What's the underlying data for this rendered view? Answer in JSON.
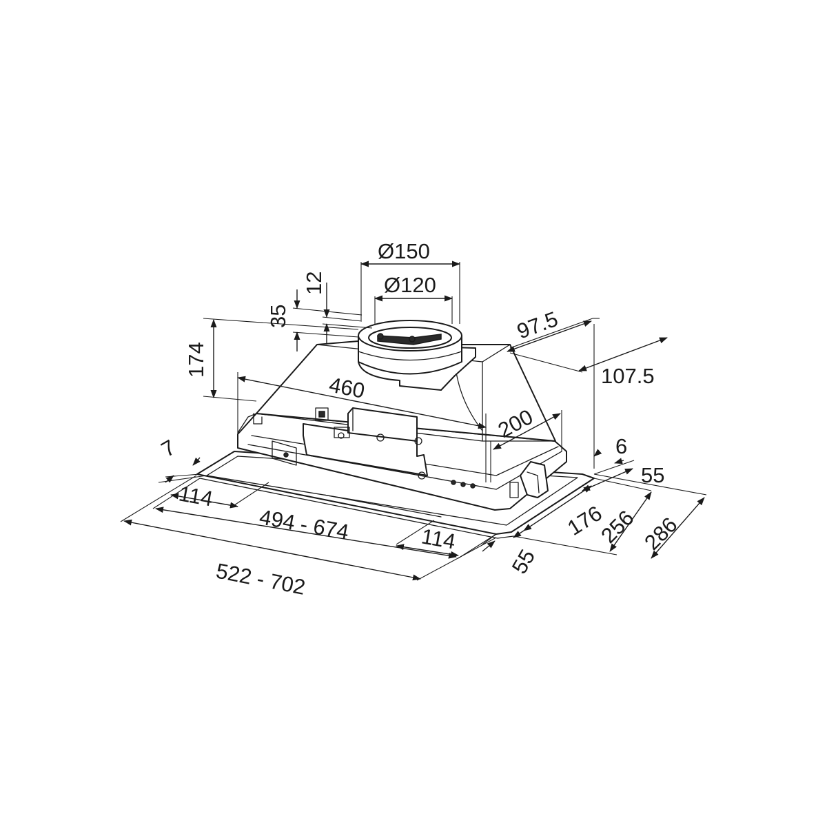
{
  "colors": {
    "line": "#1a1a1a",
    "background": "#ffffff"
  },
  "dimensions": {
    "d150": "Ø150",
    "d120": "Ø120",
    "h12": "12",
    "h35": "35",
    "h174": "174",
    "w460": "460",
    "d97_5": "97.5",
    "d107_5": "107.5",
    "d200": "200",
    "d6": "6",
    "d55_right": "55",
    "d176": "176",
    "d256": "256",
    "d286": "286",
    "d55_bottom": "55",
    "d7": "7",
    "w114_left": "114",
    "w494_674": "494 - 674",
    "w114_right": "114",
    "w522_702": "522 - 702"
  }
}
